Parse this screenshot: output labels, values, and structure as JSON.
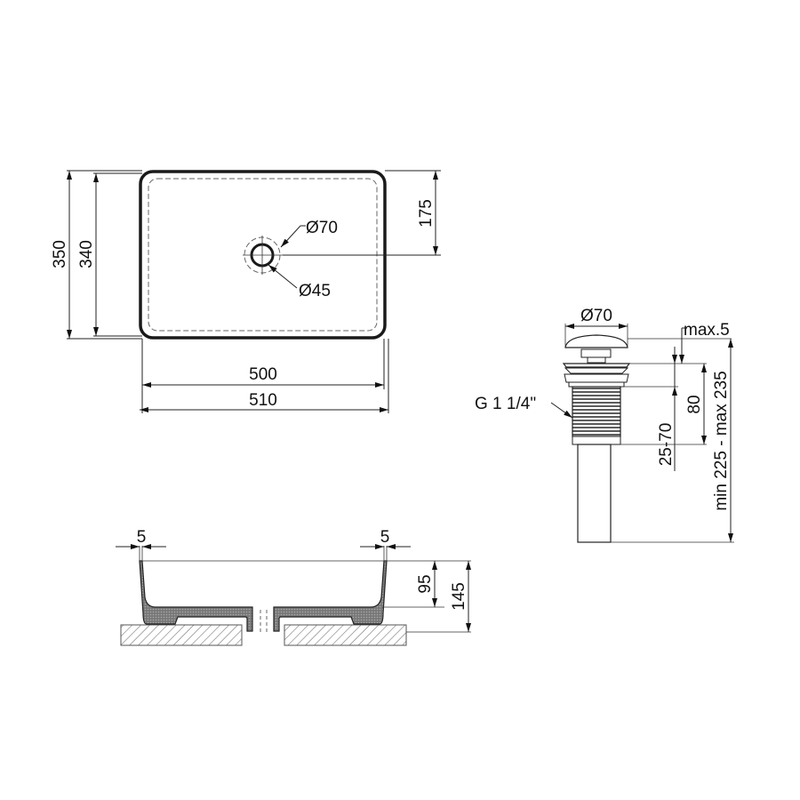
{
  "drawing": {
    "type": "technical dimension drawing",
    "subject": "rectangular countertop washbasin with pop-up drain",
    "units": "mm"
  },
  "top_view": {
    "outer_width": "510",
    "inner_width": "500",
    "outer_depth": "350",
    "inner_depth": "340",
    "drain_offset": "175",
    "drain_outer_diameter": "Ø70",
    "drain_inner_diameter": "Ø45"
  },
  "section_view": {
    "wall_left": "5",
    "wall_right": "5",
    "inner_depth": "95",
    "total_height": "145"
  },
  "drain_view": {
    "cap_diameter": "Ø70",
    "cap_lift": "max.5",
    "thread": "G 1 1/4\"",
    "body_length": "80",
    "adjust_range": "25-70",
    "total_length": "min 225 - max 235"
  },
  "colors": {
    "line": "#222222",
    "fill_dark": "#555555",
    "hatch": "#777777",
    "background": "#ffffff"
  }
}
